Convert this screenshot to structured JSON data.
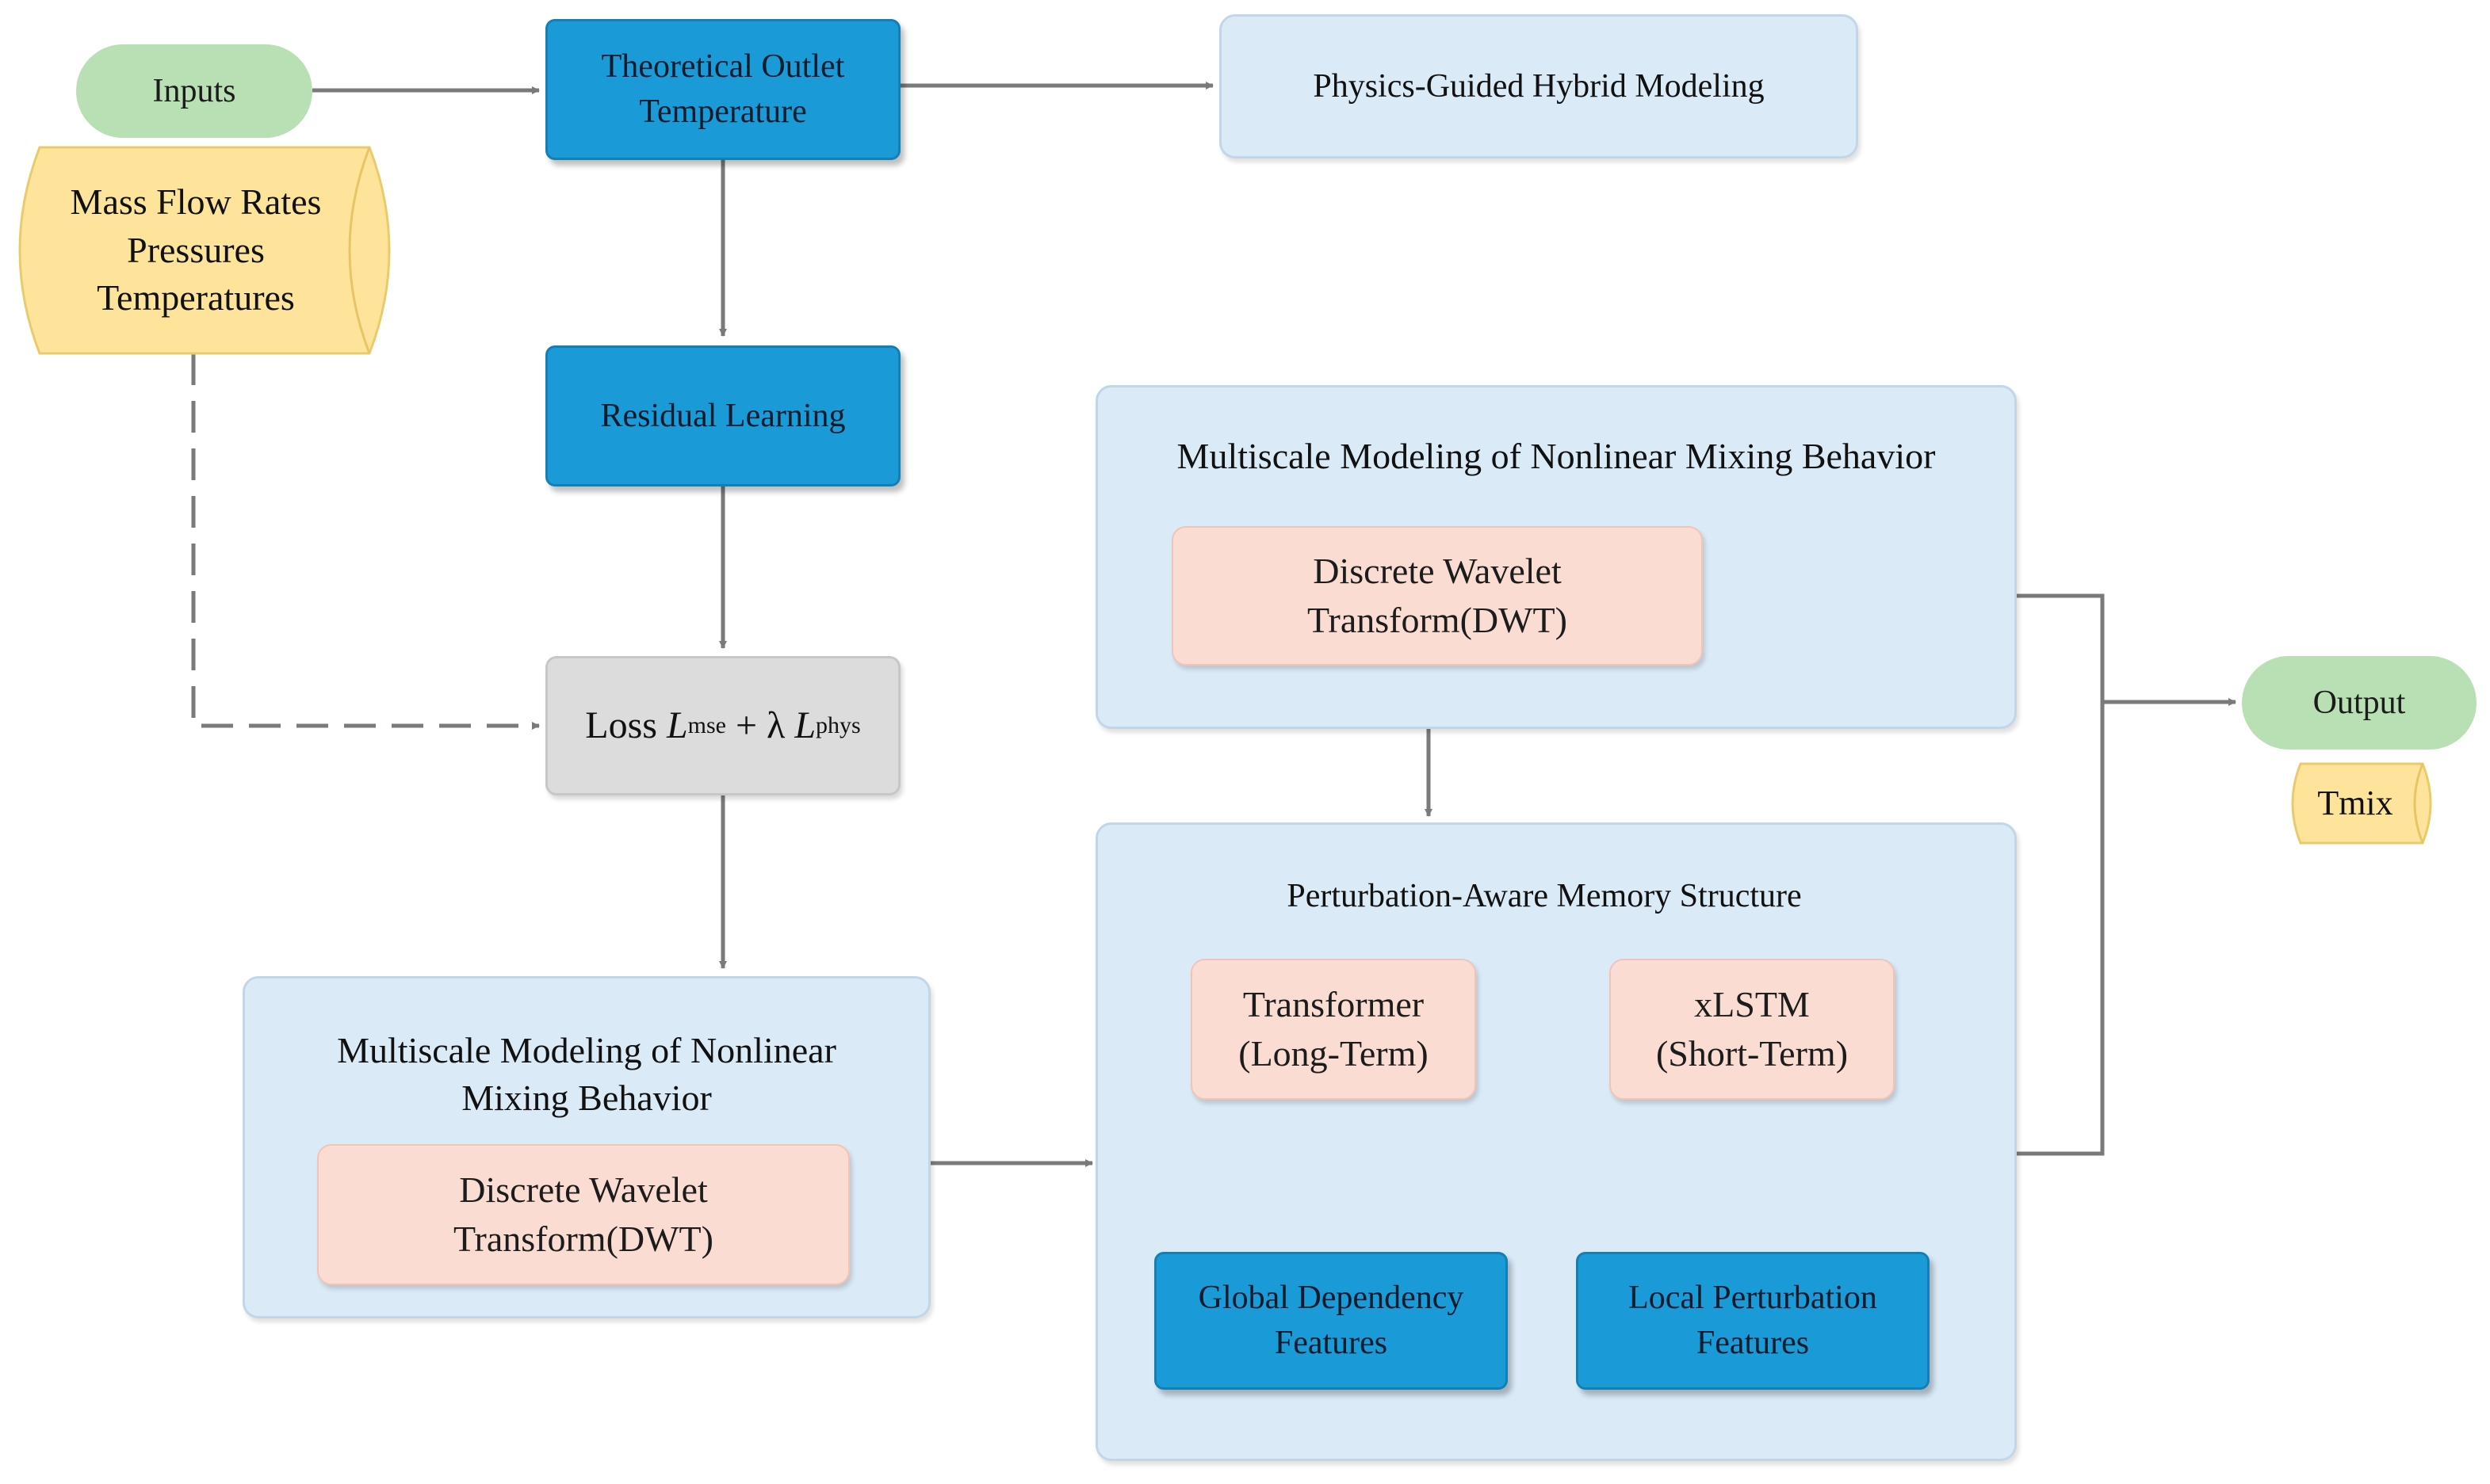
{
  "inputs": {
    "label": "Inputs",
    "items": [
      "Mass Flow Rates",
      "Pressures",
      "Temperatures"
    ]
  },
  "theoretical": {
    "line1": "Theoretical Outlet",
    "line2": "Temperature"
  },
  "physics_guided": "Physics-Guided Hybrid Modeling",
  "residual": "Residual Learning",
  "loss": {
    "prefix": "Loss",
    "mse_symbol": "L",
    "mse_sub": "mse",
    "plus": "+",
    "lambda": "λ",
    "phys_symbol": "L",
    "phys_sub": "phys"
  },
  "multiscale_top": {
    "title": "Multiscale Modeling of Nonlinear Mixing Behavior",
    "dwt_line1": "Discrete Wavelet",
    "dwt_line2": "Transform(DWT)"
  },
  "multiscale_bottom": {
    "title_line1": "Multiscale Modeling of Nonlinear",
    "title_line2": "Mixing Behavior",
    "dwt_line1": "Discrete Wavelet",
    "dwt_line2": "Transform(DWT)"
  },
  "memory": {
    "title": "Perturbation-Aware Memory Structure",
    "transformer_line1": "Transformer",
    "transformer_line2": "(Long-Term)",
    "xlstm_line1": "xLSTM",
    "xlstm_line2": "(Short-Term)",
    "global_line1": "Global Dependency",
    "global_line2": "Features",
    "local_line1": "Local Perturbation",
    "local_line2": "Features"
  },
  "output": {
    "label": "Output",
    "value": "Tmix"
  },
  "colors": {
    "primary_blue": "#1a9bd8",
    "panel_blue": "#dbeaf7",
    "pink": "#fbdcd2",
    "green": "#b9e0b4",
    "yellow": "#fde49a",
    "gray": "#dcdcdc",
    "connector": "#7a7a7a"
  }
}
